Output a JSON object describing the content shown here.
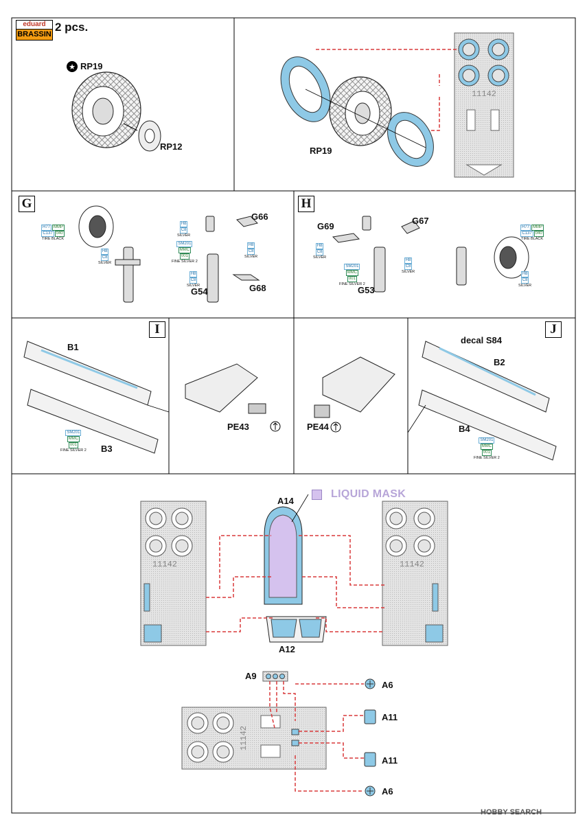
{
  "brand": {
    "top": "eduard",
    "bottom": "BRASSIN",
    "qty": "2 pcs."
  },
  "sections": {
    "G": "G",
    "H": "H",
    "I": "I",
    "J": "J"
  },
  "labels": {
    "rp19_a": "RP19",
    "rp12": "RP12",
    "rp19_b": "RP19",
    "g66": "G66",
    "g54": "G54",
    "g68": "G68",
    "g69": "G69",
    "g67": "G67",
    "g53": "G53",
    "b1": "B1",
    "b3": "B3",
    "pe43": "PE43",
    "pe44": "PE44",
    "decal": "decal S84",
    "b2": "B2",
    "b4": "B4",
    "a14": "A14",
    "a12": "A12",
    "a9": "A9",
    "a6_top": "A6",
    "a11_top": "A11",
    "a11_bot": "A11",
    "a6_bot": "A6"
  },
  "mask_fret_number": "11142",
  "liquid_mask": "LIQUID MASK",
  "paints": {
    "tire": {
      "c": "H77",
      "m": "MMP",
      "c2": "C137",
      "m2": "040",
      "name": "TIRE BLACK"
    },
    "silver": {
      "c": "H8",
      "c2": "C8",
      "name": "SILVER"
    },
    "fine_silver": {
      "c": "SM201",
      "m": "MMC",
      "m2": "001",
      "name": "FINE SILVER 2"
    }
  },
  "colors": {
    "mask_fill": "#8ec9e6",
    "leader": "#d9383a",
    "liquid_mask": "#d5c2ee",
    "brand_orange": "#f39c12"
  },
  "footer": "HOBBY SEARCH"
}
